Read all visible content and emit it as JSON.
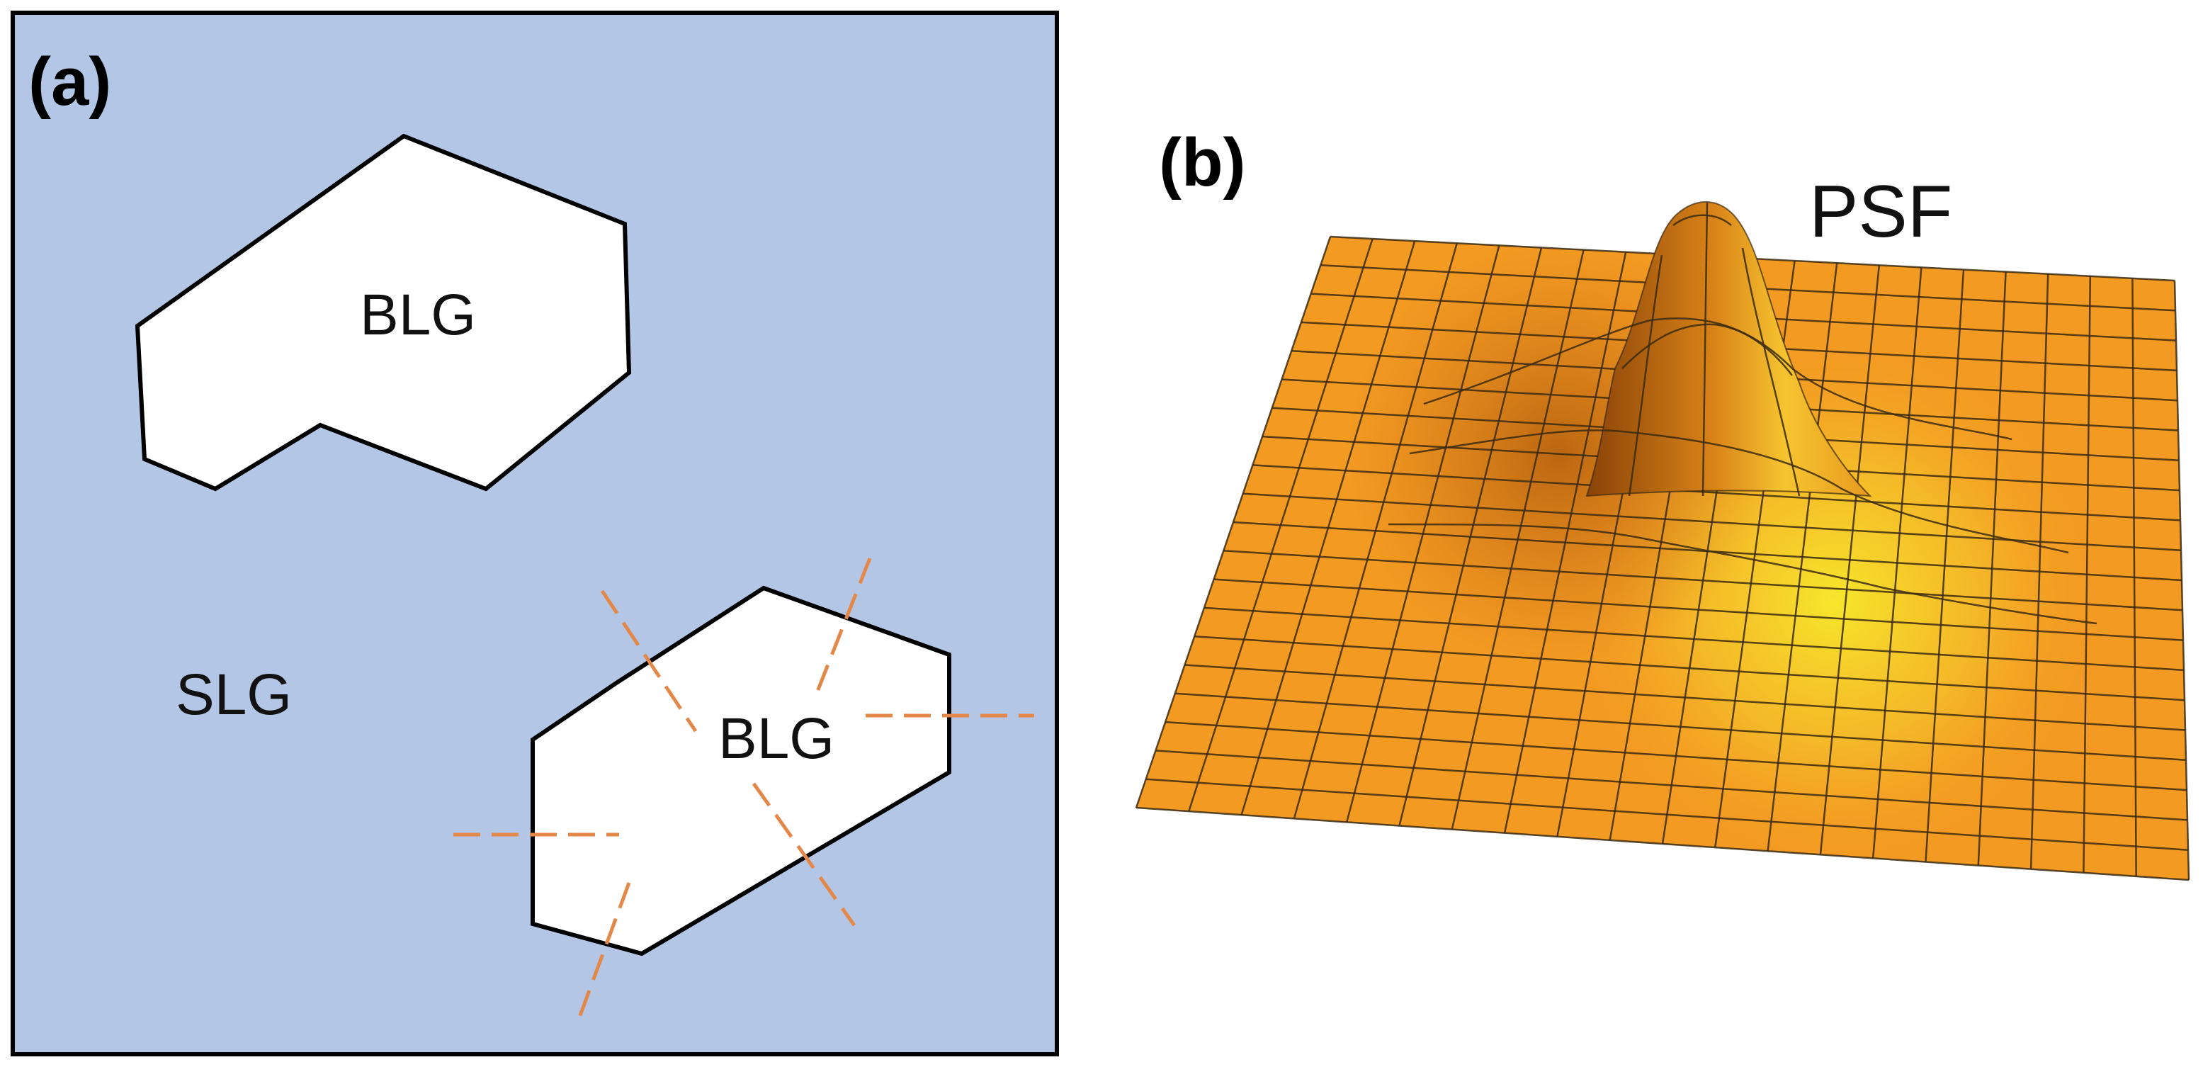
{
  "panel_a": {
    "label": "(a)",
    "region_labels": {
      "upper_flake": "BLG",
      "lower_flake": "BLG",
      "background": "SLG"
    },
    "colors": {
      "background": "#b3c6e6",
      "flake_fill": "#ffffff",
      "outline": "#000000",
      "dashed_lines": "#e4884a"
    }
  },
  "panel_b": {
    "label": "(b)",
    "surface_label": "PSF",
    "colors": {
      "surface_base": "#f39a22",
      "surface_peak": "#f5e12a",
      "grid": "#3a2a10"
    }
  }
}
